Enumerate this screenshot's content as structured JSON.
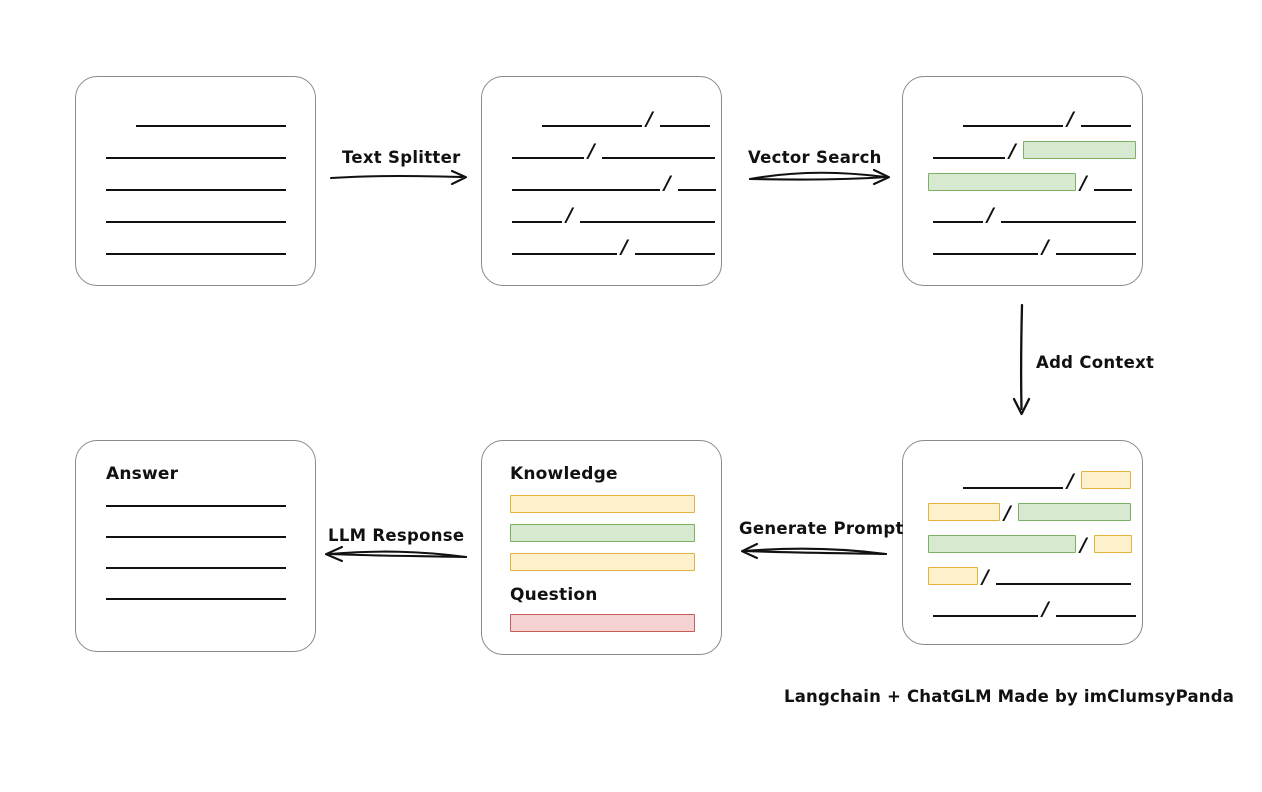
{
  "diagram": {
    "title": "Langchain + ChatGLM RAG pipeline",
    "footer": "Langchain + ChatGLM Made by imClumsyPanda",
    "colors": {
      "box_border": "#8a8a8a",
      "line": "#111111",
      "green_fill": "#d7e9d0",
      "green_border": "#7cb062",
      "yellow_fill": "#fdf0cd",
      "yellow_border": "#e0b240",
      "red_fill": "#f5d2d2",
      "red_border": "#c95b5b"
    },
    "slash_glyph": "/"
  },
  "nodes": {
    "source_document": {
      "name": "source-document",
      "label": "",
      "rows": [
        {
          "segments": [
            {
              "kind": "line",
              "indent": 61,
              "width": 150
            }
          ]
        },
        {
          "segments": [
            {
              "kind": "line",
              "indent": 31,
              "width": 180
            }
          ]
        },
        {
          "segments": [
            {
              "kind": "line",
              "indent": 31,
              "width": 180
            }
          ]
        },
        {
          "segments": [
            {
              "kind": "line",
              "indent": 31,
              "width": 180
            }
          ]
        },
        {
          "segments": [
            {
              "kind": "line",
              "indent": 31,
              "width": 180
            }
          ]
        }
      ]
    },
    "split_chunks": {
      "name": "split-chunks",
      "label": "",
      "rows": [
        {
          "segments": [
            {
              "kind": "line",
              "indent": 61,
              "width": 100
            },
            {
              "kind": "slash"
            },
            {
              "kind": "line",
              "width": 50
            }
          ]
        },
        {
          "segments": [
            {
              "kind": "line",
              "indent": 31,
              "width": 72
            },
            {
              "kind": "slash"
            },
            {
              "kind": "line",
              "width": 113
            }
          ]
        },
        {
          "segments": [
            {
              "kind": "line",
              "indent": 31,
              "width": 148
            },
            {
              "kind": "slash"
            },
            {
              "kind": "line",
              "width": 38
            }
          ]
        },
        {
          "segments": [
            {
              "kind": "line",
              "indent": 31,
              "width": 50
            },
            {
              "kind": "slash"
            },
            {
              "kind": "line",
              "width": 135
            }
          ]
        },
        {
          "segments": [
            {
              "kind": "line",
              "indent": 31,
              "width": 105
            },
            {
              "kind": "slash"
            },
            {
              "kind": "line",
              "width": 80
            }
          ]
        }
      ]
    },
    "retrieved_chunks": {
      "name": "retrieved-chunks",
      "label": "",
      "rows": [
        {
          "segments": [
            {
              "kind": "line",
              "indent": 61,
              "width": 100
            },
            {
              "kind": "slash"
            },
            {
              "kind": "line",
              "width": 50
            }
          ]
        },
        {
          "segments": [
            {
              "kind": "line",
              "indent": 31,
              "width": 72
            },
            {
              "kind": "slash"
            },
            {
              "kind": "bar",
              "color": "green",
              "width": 113
            }
          ]
        },
        {
          "segments": [
            {
              "kind": "bar",
              "color": "green",
              "indent": 26,
              "width": 148
            },
            {
              "kind": "slash"
            },
            {
              "kind": "line",
              "width": 38
            }
          ]
        },
        {
          "segments": [
            {
              "kind": "line",
              "indent": 31,
              "width": 50
            },
            {
              "kind": "slash"
            },
            {
              "kind": "line",
              "width": 135
            }
          ]
        },
        {
          "segments": [
            {
              "kind": "line",
              "indent": 31,
              "width": 105
            },
            {
              "kind": "slash"
            },
            {
              "kind": "line",
              "width": 80
            }
          ]
        }
      ]
    },
    "context_chunks": {
      "name": "context-chunks",
      "label": "",
      "rows": [
        {
          "segments": [
            {
              "kind": "line",
              "indent": 61,
              "width": 100
            },
            {
              "kind": "slash"
            },
            {
              "kind": "bar",
              "color": "yellow",
              "width": 50
            }
          ]
        },
        {
          "segments": [
            {
              "kind": "bar",
              "color": "yellow",
              "indent": 26,
              "width": 72
            },
            {
              "kind": "slash"
            },
            {
              "kind": "bar",
              "color": "green",
              "width": 113
            }
          ]
        },
        {
          "segments": [
            {
              "kind": "bar",
              "color": "green",
              "indent": 26,
              "width": 148
            },
            {
              "kind": "slash"
            },
            {
              "kind": "bar",
              "color": "yellow",
              "width": 38
            }
          ]
        },
        {
          "segments": [
            {
              "kind": "bar",
              "color": "yellow",
              "indent": 26,
              "width": 50
            },
            {
              "kind": "slash"
            },
            {
              "kind": "line",
              "width": 135
            }
          ]
        },
        {
          "segments": [
            {
              "kind": "line",
              "indent": 31,
              "width": 105
            },
            {
              "kind": "slash"
            },
            {
              "kind": "line",
              "width": 80
            }
          ]
        }
      ]
    },
    "prompt": {
      "name": "generated-prompt",
      "knowledge_label": "Knowledge",
      "question_label": "Question",
      "knowledge_bars": [
        {
          "color": "yellow",
          "width": 185
        },
        {
          "color": "green",
          "width": 185
        },
        {
          "color": "yellow",
          "width": 185
        }
      ],
      "question_bars": [
        {
          "color": "red",
          "width": 185
        }
      ]
    },
    "answer": {
      "name": "answer-document",
      "label": "Answer",
      "rows": [
        {
          "segments": [
            {
              "kind": "line",
              "indent": 31,
              "width": 180
            }
          ]
        },
        {
          "segments": [
            {
              "kind": "line",
              "indent": 31,
              "width": 180
            }
          ]
        },
        {
          "segments": [
            {
              "kind": "line",
              "indent": 31,
              "width": 180
            }
          ]
        },
        {
          "segments": [
            {
              "kind": "line",
              "indent": 31,
              "width": 180
            }
          ]
        }
      ]
    }
  },
  "edges": [
    {
      "id": "text-splitter",
      "label": "Text Splitter",
      "from": "source_document",
      "to": "split_chunks",
      "direction": "right"
    },
    {
      "id": "vector-search",
      "label": "Vector Search",
      "from": "split_chunks",
      "to": "retrieved_chunks",
      "direction": "right"
    },
    {
      "id": "add-context",
      "label": "Add Context",
      "from": "retrieved_chunks",
      "to": "context_chunks",
      "direction": "down"
    },
    {
      "id": "generate-prompt",
      "label": "Generate Prompt",
      "from": "context_chunks",
      "to": "prompt",
      "direction": "left"
    },
    {
      "id": "llm-response",
      "label": "LLM Response",
      "from": "prompt",
      "to": "answer",
      "direction": "left"
    }
  ]
}
